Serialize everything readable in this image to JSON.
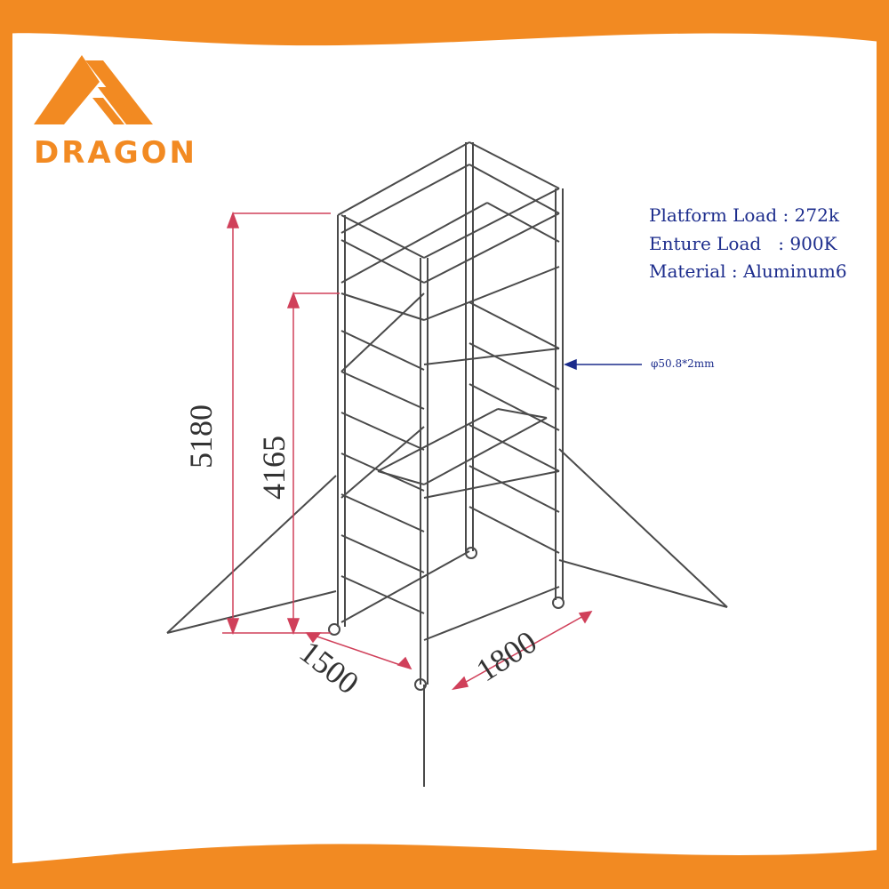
{
  "brand": {
    "name": "DRAGON",
    "accent": "#f28a22"
  },
  "specs": {
    "line1": "Platform Load : 272k",
    "line2": "Enture Load   : 900K",
    "line3": "Material : Aluminum6",
    "text_color": "#1c2c8c"
  },
  "pipe": {
    "note": "φ50.8*2mm"
  },
  "dimensions": {
    "total_height": "5180",
    "platform_height": "4165",
    "width": "1500",
    "length": "1800",
    "line_color": "#d0405a"
  }
}
